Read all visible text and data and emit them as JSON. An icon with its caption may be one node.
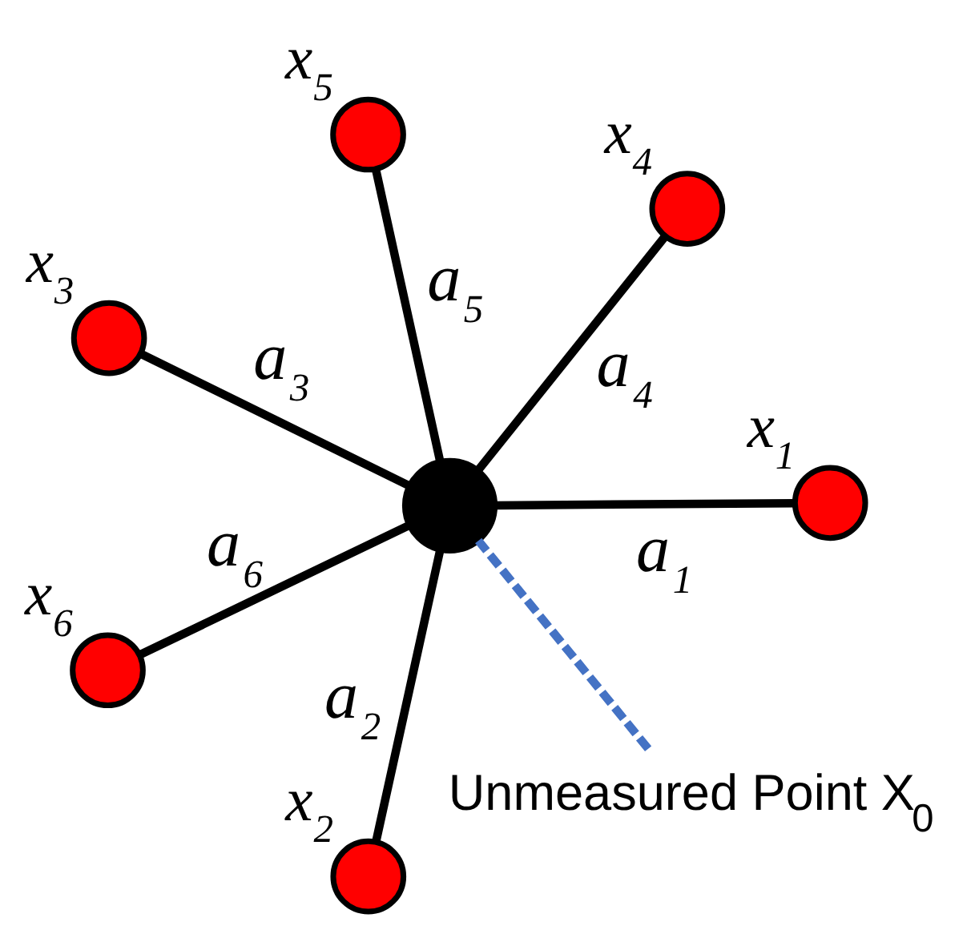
{
  "diagram": {
    "nodes": [
      {
        "text": [],
        "shape": "circle"
      },
      {
        "text": [],
        "shape": "circle",
        "beside": [
          "x$_{1}$"
        ]
      },
      {
        "text": [],
        "shape": "circle",
        "beside": [
          "x$_{2}$"
        ]
      },
      {
        "text": [],
        "shape": "circle",
        "beside": [
          "x$_{3}$"
        ]
      },
      {
        "text": [],
        "shape": "circle",
        "beside": [
          "x$_{4}$"
        ]
      },
      {
        "text": [],
        "shape": "circle",
        "beside": [
          "x$_{5}$"
        ]
      },
      {
        "text": [],
        "shape": "circle",
        "beside": [
          "x$_{6}$"
        ]
      },
      {
        "text": [
          "Unmeasured Point X$_{0}$"
        ]
      }
    ],
    "edges": [
      {
        "from": 0,
        "to": 1,
        "arrow": "none",
        "label": "a$_{1}$"
      },
      {
        "from": 0,
        "to": 2,
        "arrow": "none",
        "label": "a$_{2}$"
      },
      {
        "from": 0,
        "to": 3,
        "arrow": "none",
        "label": "a$_{3}$"
      },
      {
        "from": 0,
        "to": 4,
        "arrow": "none",
        "label": "a$_{4}$"
      },
      {
        "from": 0,
        "to": 5,
        "arrow": "none",
        "label": "a$_{5}$"
      },
      {
        "from": 0,
        "to": 6,
        "arrow": "none",
        "label": "a$_{6}$"
      },
      {
        "from": 7,
        "to": 0,
        "arrow": "none",
        "style": "dashed",
        "color": "#4472c4"
      }
    ]
  }
}
